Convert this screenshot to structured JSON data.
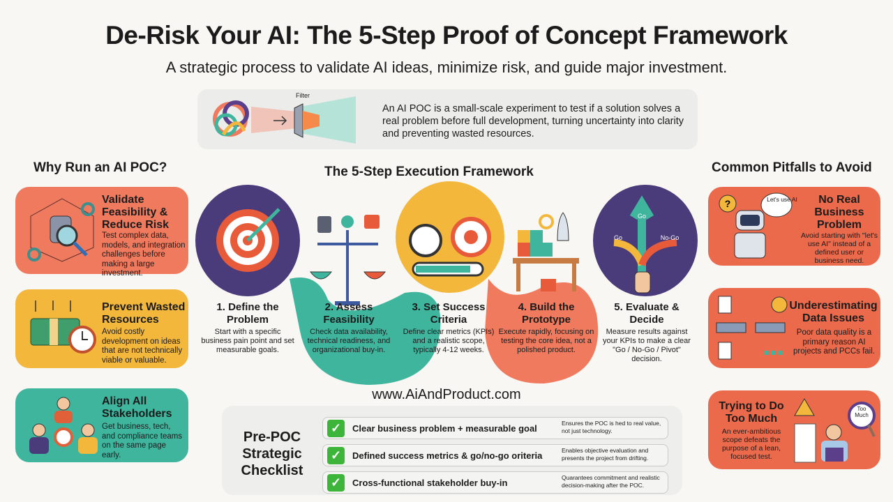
{
  "header": {
    "title": "De-Risk Your AI: The 5-Step Proof of Concept Framework",
    "subtitle": "A strategic process to validate AI ideas, minimize risk, and guide major investment."
  },
  "definition": {
    "filter_label": "Filter",
    "text": "An AI POC is a small-scale experiment to test if a solution solves a real problem before full development, turning uncertainty into clarity and preventing wasted resources."
  },
  "why": {
    "heading": "Why Run an AI POC?",
    "items": [
      {
        "title": "Validate Feasibility & Reduce Risk",
        "desc": "Test complex data, models, and integration challenges before making a large investment.",
        "color": "#f07a5e"
      },
      {
        "title": "Prevent Wasted Resources",
        "desc": "Avoid costly development on ideas that are not technically viable or valuable.",
        "color": "#f3b73c"
      },
      {
        "title": "Align All Stakeholders",
        "desc": "Get business, tech, and compliance teams on the same page early.",
        "color": "#3fb59e"
      }
    ]
  },
  "framework": {
    "heading": "The 5-Step Execution Framework",
    "steps": [
      {
        "title": "1. Define the Problem",
        "desc": "Start with a specific business pain point and set measurable goals.",
        "color": "#4a3b7a"
      },
      {
        "title": "2. Assess Feasibility",
        "desc": "Check data availability, technical readiness, and organizational buy-in.",
        "color": "#3fb59e"
      },
      {
        "title": "3. Set Success Criteria",
        "desc": "Define clear metrics (KPIs) and a realistic scope, typically 4-12 weeks.",
        "color": "#f3b73c"
      },
      {
        "title": "4. Build the Prototype",
        "desc": "Execute rapidly, focusing on testing the core idea, not a polished product.",
        "color": "#f07a5e"
      },
      {
        "title": "5. Evaluate & Decide",
        "desc": "Measure results against your KPIs to make a clear \"Go / No-Go / Pivot\" decision.",
        "color": "#4a3b7a"
      }
    ],
    "decision_labels": [
      "Go",
      "Go",
      "No-Go"
    ]
  },
  "url": "www.AiAndProduct.com",
  "checklist": {
    "title": "Pre-POC Strategic Checklist",
    "items": [
      {
        "label": "Clear business problem + measurable goal",
        "note": "Ensures the POC is hed to real value, not just technology."
      },
      {
        "label": "Defined success metrics & go/no-go oriteria",
        "note": "Enables objective evaluation and presents the project from drifting."
      },
      {
        "label": "Cross-functional stakeholder buy-in",
        "note": "Quarantees commitment and realistic decision-making after the POC."
      }
    ]
  },
  "pitfalls": {
    "heading": "Common Pitfalls to Avoid",
    "color": "#ec6a4c",
    "items": [
      {
        "title": "No Real Business Problem",
        "desc": "Avoid starting with \"let's use AI\" instead of a defined user or business need.",
        "bubble": "Let's use AI"
      },
      {
        "title": "Underestimating Data Issues",
        "desc": "Poor data quality is a primary reason AI projects and PCCs fail."
      },
      {
        "title": "Trying to Do Too Much",
        "desc": "An ever-ambitious scope defeats the purpose of a lean, focused test.",
        "bubble": "Too Much"
      }
    ]
  }
}
